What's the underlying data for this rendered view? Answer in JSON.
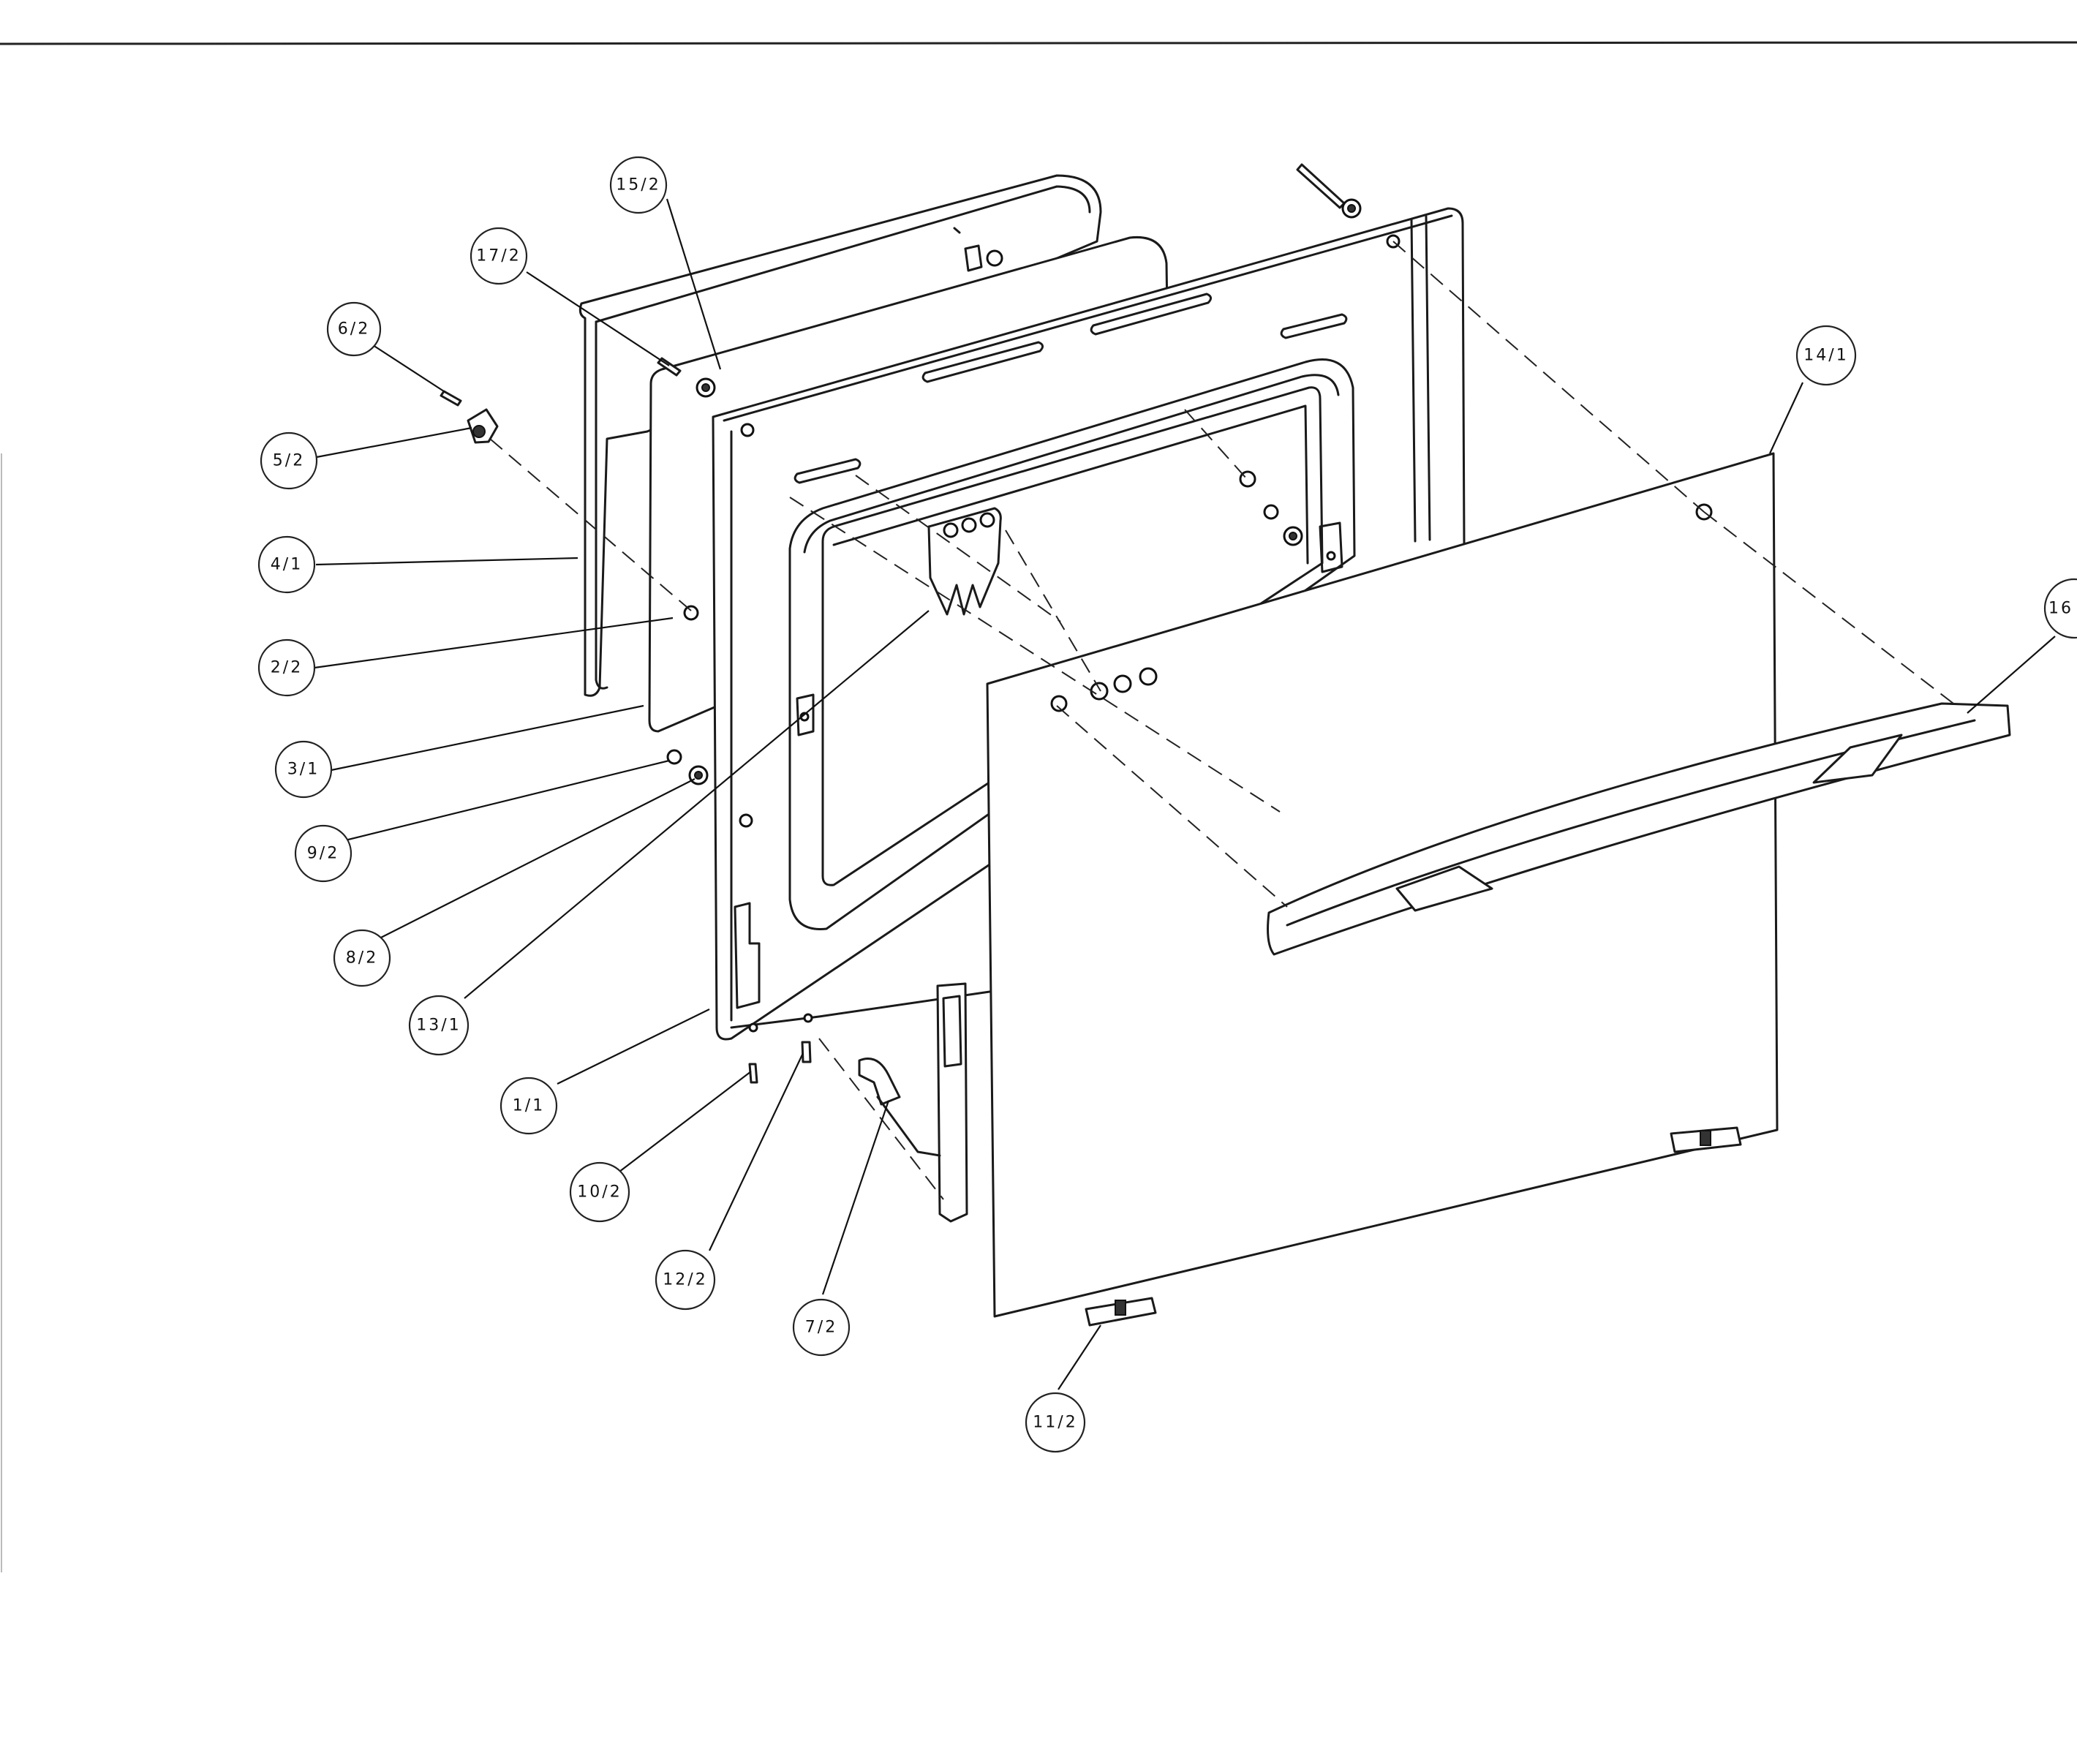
{
  "callouts": [
    {
      "id": "c-15-2",
      "label": "15/2"
    },
    {
      "id": "c-17-2",
      "label": "17/2"
    },
    {
      "id": "c-6-2",
      "label": "6/2"
    },
    {
      "id": "c-5-2",
      "label": "5/2"
    },
    {
      "id": "c-4-1",
      "label": "4/1"
    },
    {
      "id": "c-2-2",
      "label": "2/2"
    },
    {
      "id": "c-3-1",
      "label": "3/1"
    },
    {
      "id": "c-9-2",
      "label": "9/2"
    },
    {
      "id": "c-8-2",
      "label": "8/2"
    },
    {
      "id": "c-13-1",
      "label": "13/1"
    },
    {
      "id": "c-1-1",
      "label": "1/1"
    },
    {
      "id": "c-10-2",
      "label": "10/2"
    },
    {
      "id": "c-12-2",
      "label": "12/2"
    },
    {
      "id": "c-7-2",
      "label": "7/2"
    },
    {
      "id": "c-11-2",
      "label": "11/2"
    },
    {
      "id": "c-14-1",
      "label": "14/1"
    },
    {
      "id": "c-16",
      "label": "16"
    }
  ]
}
